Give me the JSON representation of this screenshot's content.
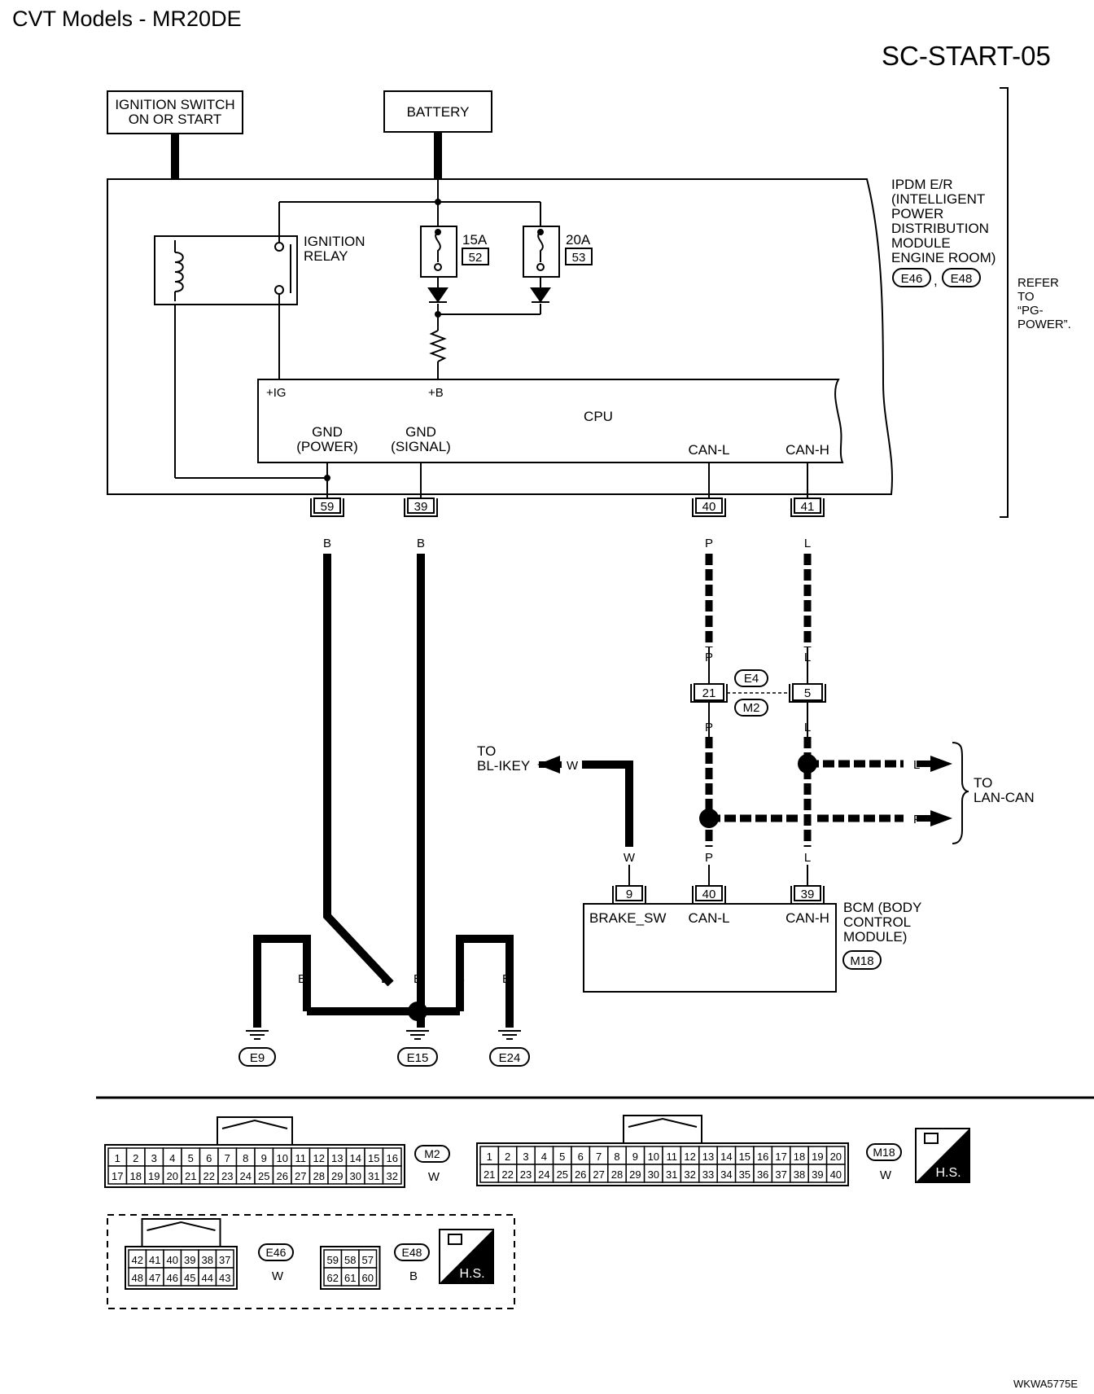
{
  "header": {
    "title": "CVT Models - MR20DE",
    "diagram_id": "SC-START-05",
    "doc_code": "WKWA5775E"
  },
  "ignition_switch": {
    "line1": "IGNITION SWITCH",
    "line2": "ON OR START"
  },
  "battery": {
    "label": "BATTERY"
  },
  "ipdm": {
    "lines": [
      "IPDM E/R",
      "(INTELLIGENT",
      "POWER",
      "DISTRIBUTION",
      "MODULE",
      "ENGINE ROOM)"
    ],
    "connectors": [
      "E46",
      "E48"
    ],
    "sep": ","
  },
  "refer": {
    "lines": [
      "REFER",
      "TO",
      "“PG-",
      "POWER”."
    ]
  },
  "relay": {
    "line1": "IGNITION",
    "line2": "RELAY"
  },
  "fuses": [
    {
      "amp": "15A",
      "num": "52"
    },
    {
      "amp": "20A",
      "num": "53"
    }
  ],
  "cpu": {
    "label": "CPU",
    "plus_ig": "+IG",
    "plus_b": "+B",
    "gnd_power": [
      "GND",
      "(POWER)"
    ],
    "gnd_signal": [
      "GND",
      "(SIGNAL)"
    ],
    "can_l": "CAN-L",
    "can_h": "CAN-H"
  },
  "ipdm_terminals": [
    "59",
    "39",
    "40",
    "41"
  ],
  "wire_colors": {
    "b": "B",
    "p": "P",
    "l": "L",
    "w": "W"
  },
  "joint_connector": {
    "left_pin": "21",
    "right_pin": "5",
    "conn_top": "E4",
    "conn_bottom": "M2"
  },
  "bl_ikey": {
    "line1": "TO",
    "line2": "BL-IKEY"
  },
  "lan_can": {
    "line1": "TO",
    "line2": "LAN-CAN"
  },
  "bcm": {
    "pins": [
      "9",
      "40",
      "39"
    ],
    "brake_sw": "BRAKE_SW",
    "can_l": "CAN-L",
    "can_h": "CAN-H",
    "lines": [
      "BCM (BODY",
      "CONTROL",
      "MODULE)"
    ],
    "connector": "M18"
  },
  "grounds": [
    "E9",
    "E15",
    "E24"
  ],
  "connector_views": {
    "m2": {
      "id": "M2",
      "color": "W",
      "row1": [
        "1",
        "2",
        "3",
        "4",
        "5",
        "6",
        "7",
        "8",
        "9",
        "10",
        "11",
        "12",
        "13",
        "14",
        "15",
        "16"
      ],
      "row2": [
        "17",
        "18",
        "19",
        "20",
        "21",
        "22",
        "23",
        "24",
        "25",
        "26",
        "27",
        "28",
        "29",
        "30",
        "31",
        "32"
      ]
    },
    "m18": {
      "id": "M18",
      "color": "W",
      "row1": [
        "1",
        "2",
        "3",
        "4",
        "5",
        "6",
        "7",
        "8",
        "9",
        "10",
        "11",
        "12",
        "13",
        "14",
        "15",
        "16",
        "17",
        "18",
        "19",
        "20"
      ],
      "row2": [
        "21",
        "22",
        "23",
        "24",
        "25",
        "26",
        "27",
        "28",
        "29",
        "30",
        "31",
        "32",
        "33",
        "34",
        "35",
        "36",
        "37",
        "38",
        "39",
        "40"
      ]
    },
    "e46": {
      "id": "E46",
      "color": "W",
      "row1": [
        "42",
        "41",
        "40",
        "39",
        "38",
        "37"
      ],
      "row2": [
        "48",
        "47",
        "46",
        "45",
        "44",
        "43"
      ]
    },
    "e48": {
      "id": "E48",
      "color": "B",
      "row1": [
        "59",
        "58",
        "57"
      ],
      "row2": [
        "62",
        "61",
        "60"
      ]
    },
    "hs_label": "H.S."
  },
  "colors": {
    "ink": "#000000",
    "paper": "#ffffff"
  }
}
